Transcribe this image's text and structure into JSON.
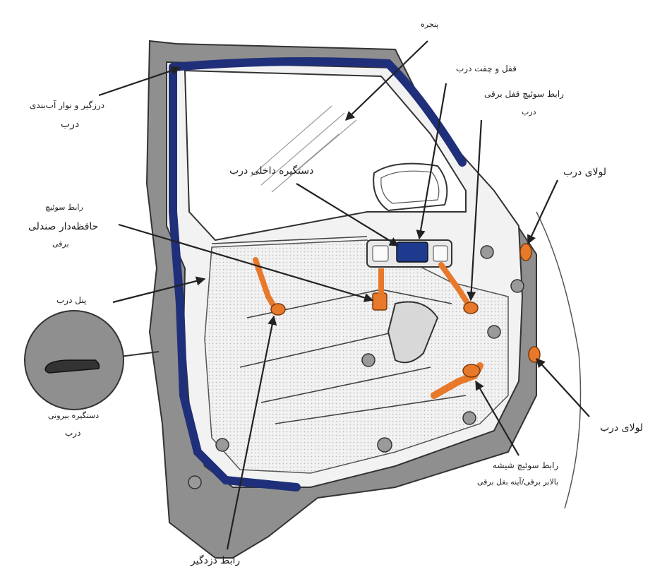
{
  "labels": {
    "window": "پنجره",
    "weatherstrip_line1": "درزگیر و نوار آب‌بندی",
    "weatherstrip_line2": "درب",
    "lock_latch": "قفل و چفت درب",
    "lock_switch_line1": "رابط سوئیچ قفل برقی",
    "lock_switch_line2": "درب",
    "inner_handle": "دستگیره داخلی درب",
    "hinge_upper": "لولای درب",
    "hinge_lower": "لولای درب",
    "seat_switch_line1": "رابط سوئیچ",
    "seat_switch_line2": "حافظه‌دار صندلی",
    "seat_switch_line3": "برقی",
    "door_panel": "پنل درب",
    "outer_handle_line1": "دستگیره بیرونی",
    "outer_handle_line2": "درب",
    "window_switch_line1": "رابط سوئیچ شیشه",
    "window_switch_line2": "بالابر برقی/آینه بغل برقی",
    "alarm_connector": "رابط دزدگیر"
  },
  "colors": {
    "weatherstrip": "#1f2f7a",
    "connector": "#e8782a",
    "door_body": "#8a8a8a",
    "switch_panel": "#1d3a8f",
    "arrow": "#222222"
  }
}
